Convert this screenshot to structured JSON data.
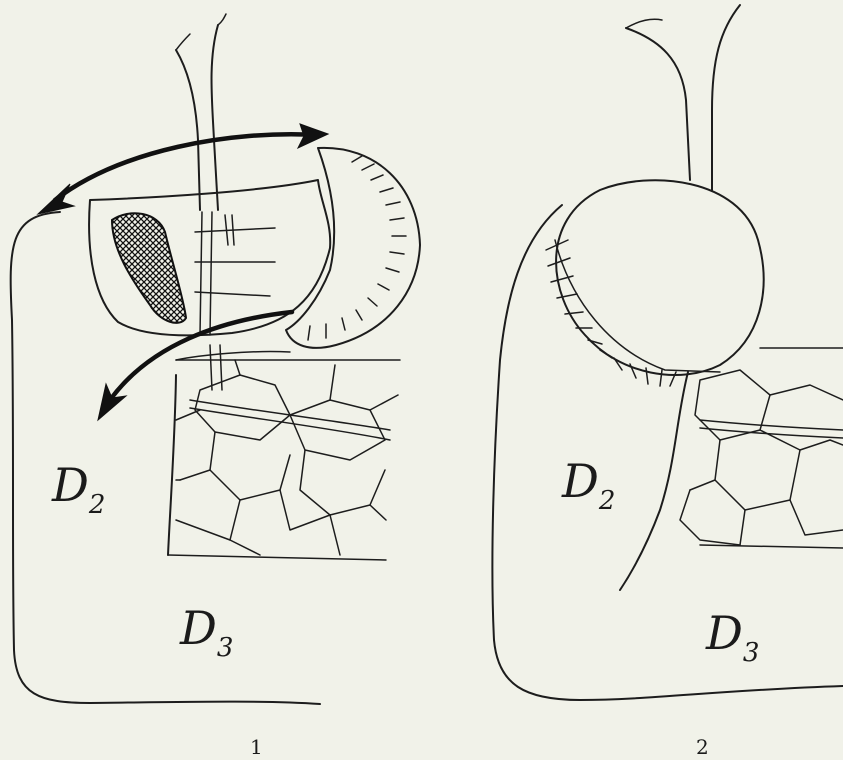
{
  "figures": [
    {
      "number": "1",
      "labels": [
        {
          "letter": "D",
          "subscript": "2"
        },
        {
          "letter": "D",
          "subscript": "3"
        }
      ]
    },
    {
      "number": "2",
      "labels": [
        {
          "letter": "D",
          "subscript": "2"
        },
        {
          "letter": "D",
          "subscript": "3"
        }
      ]
    }
  ]
}
